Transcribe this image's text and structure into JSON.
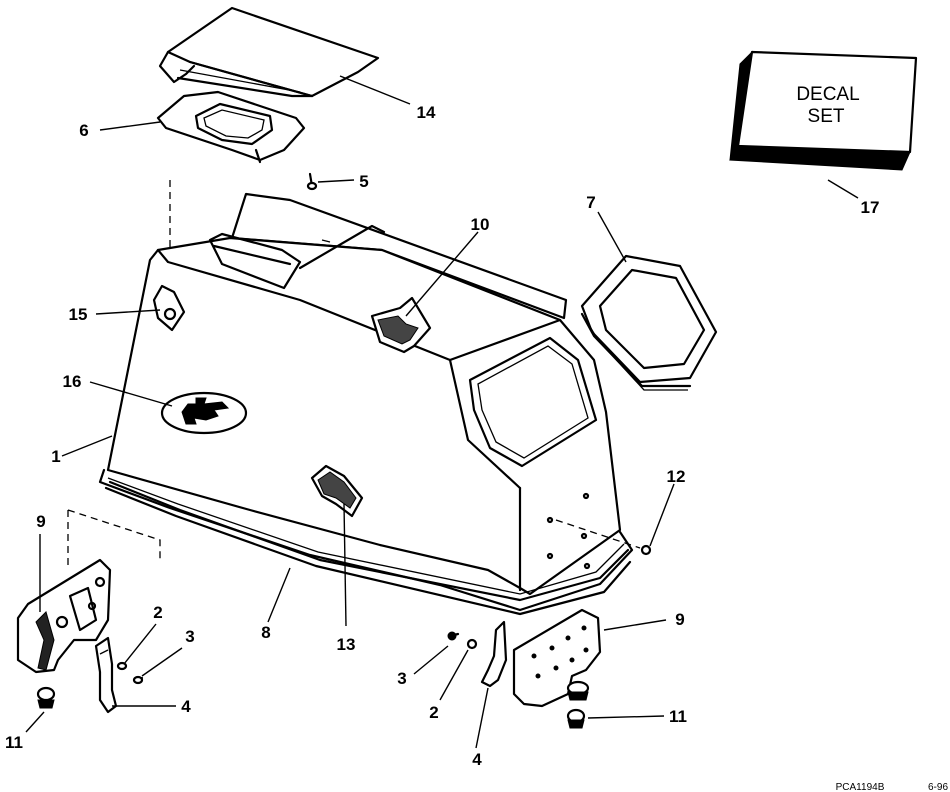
{
  "callouts": {
    "c1": "1",
    "c2a": "2",
    "c2b": "2",
    "c3a": "3",
    "c3b": "3",
    "c4a": "4",
    "c4b": "4",
    "c5": "5",
    "c6": "6",
    "c7": "7",
    "c8": "8",
    "c9a": "9",
    "c9b": "9",
    "c10": "10",
    "c11a": "11",
    "c11b": "11",
    "c12": "12",
    "c13": "13",
    "c14": "14",
    "c15": "15",
    "c16": "16",
    "c17": "17"
  },
  "decal_box": {
    "line1": "DECAL",
    "line2": "SET"
  },
  "footer": {
    "code": "PCA1194B",
    "date": "6-96"
  }
}
